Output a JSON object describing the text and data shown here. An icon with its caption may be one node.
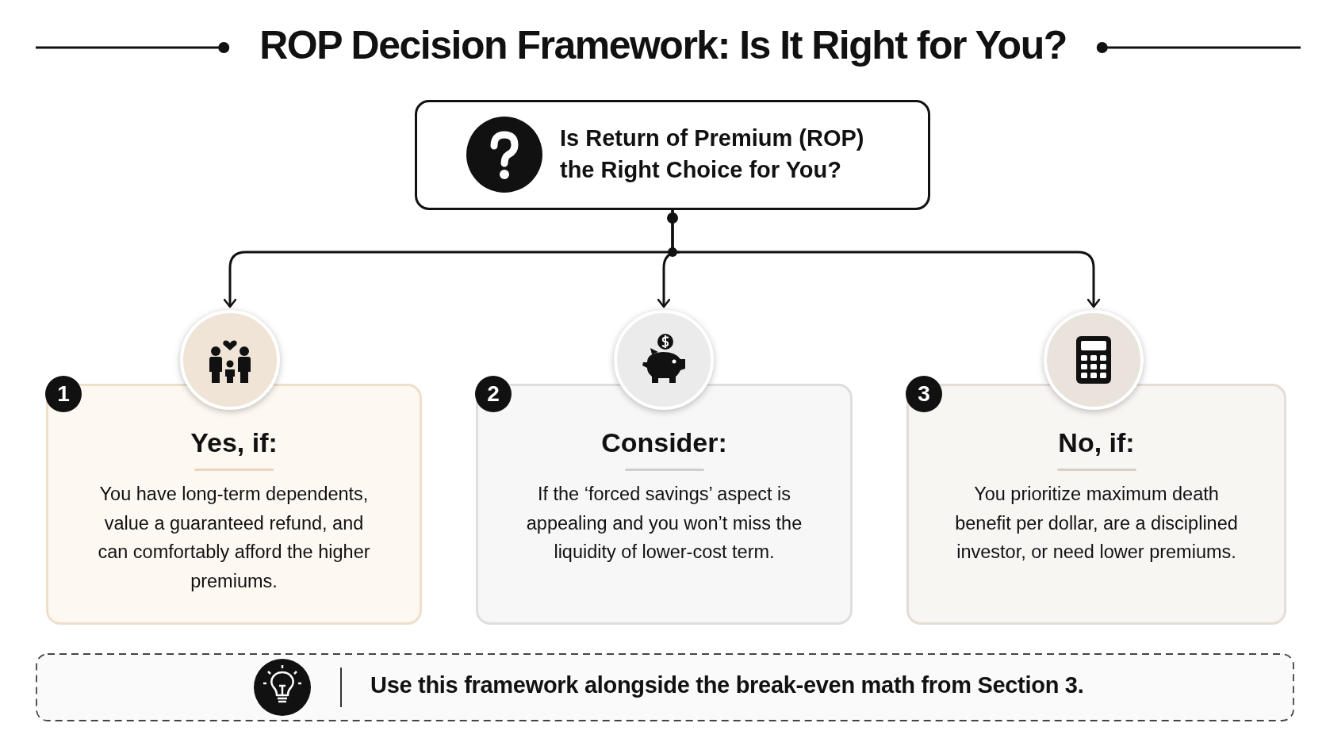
{
  "diagram": {
    "title": "ROP Decision Framework: Is It Right for You?",
    "nodes": [
      {
        "text": [
          "Is Return of Premium (ROP) the Right Choice for You?"
        ]
      },
      {
        "text": [],
        "shape": "circle"
      },
      {
        "text": [],
        "shape": "circle"
      },
      {
        "text": [],
        "shape": "circle"
      },
      {
        "text": [
          "1",
          "Yes, if:",
          "You have long-term dependents, value a guaranteed refund, and can comfortably afford the higher premiums."
        ]
      },
      {
        "text": [
          "2",
          "Consider:",
          "If the ‘forced savings’ aspect is appealing and you won’t miss the liquidity of lower-cost term."
        ]
      },
      {
        "text": [
          "3",
          "No, if:",
          "You prioritize maximum death benefit per dollar, are a disciplined investor, or need lower premiums."
        ]
      },
      {
        "text": [
          "Use this framework alongside the break-even math from Section 3."
        ]
      }
    ],
    "edges": [
      {
        "from": 0,
        "to": 1,
        "arrow": "to"
      },
      {
        "from": 0,
        "to": 2,
        "arrow": "to"
      },
      {
        "from": 0,
        "to": 3,
        "arrow": "to"
      }
    ]
  }
}
